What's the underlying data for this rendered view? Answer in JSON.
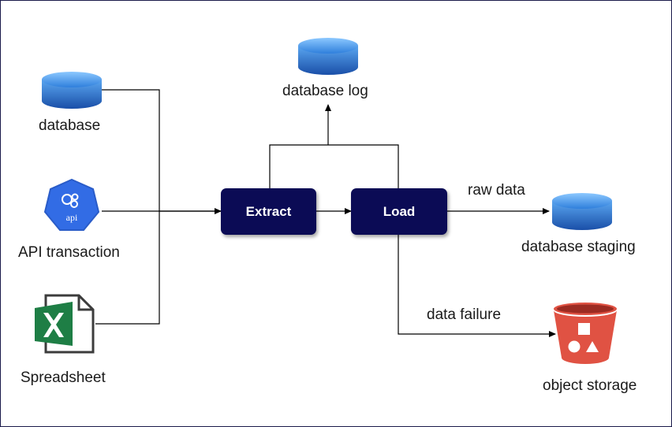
{
  "nodes": {
    "database": "database",
    "api": "API transaction",
    "api_badge": "api",
    "spreadsheet": "Spreadsheet",
    "extract": "Extract",
    "load": "Load",
    "database_log": "database log",
    "database_staging": "database staging",
    "object_storage": "object storage"
  },
  "edges": {
    "raw_data": "raw data",
    "data_failure": "data failure"
  },
  "icons": {
    "database": "database-cylinder-icon",
    "api": "kubernetes-api-icon",
    "spreadsheet": "excel-file-icon",
    "object_storage": "storage-bucket-icon"
  },
  "colors": {
    "process_fill": "#0b0b55",
    "cylinder_top": "#3a8ee6",
    "cylinder_body": "#1f5fbf",
    "api_blue": "#326ce5",
    "excel_green": "#1e7e45",
    "bucket_red": "#e05243"
  }
}
